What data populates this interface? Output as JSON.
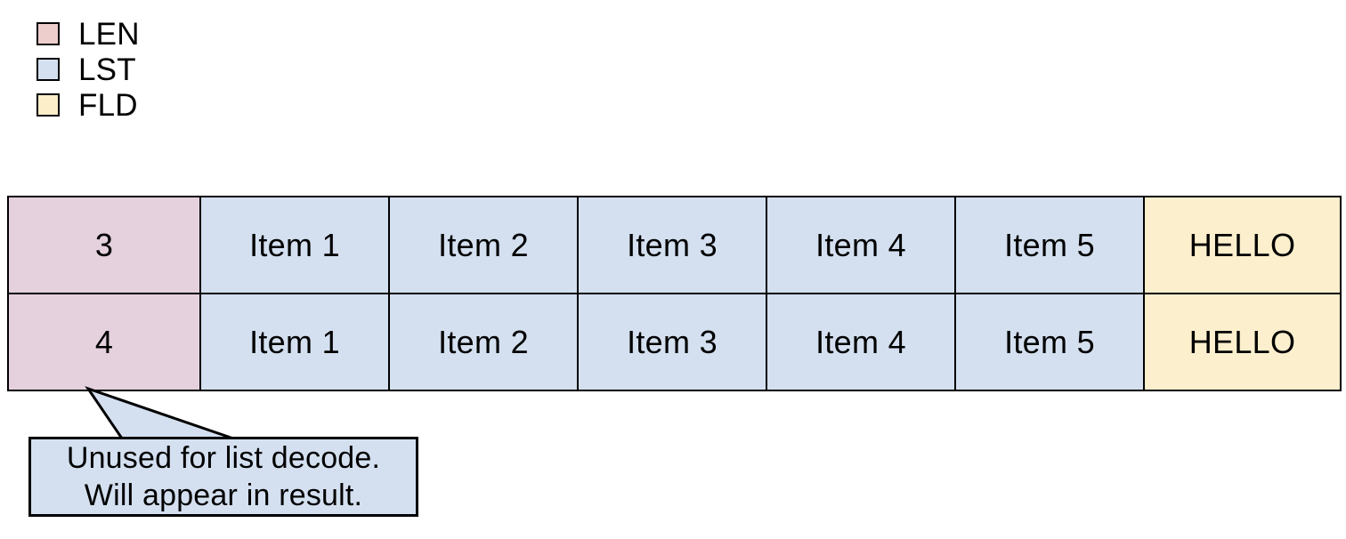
{
  "colors": {
    "len_legend_fill": "#eecdcd",
    "lst_legend_fill": "#d4e0f0",
    "fld_legend_fill": "#fbeec8",
    "len_cell_fill": "#e5d1de",
    "lst_cell_fill": "#d4e0f0",
    "fld_cell_fill": "#fcefcd",
    "callout_fill": "#d4e0f0",
    "stroke": "#000000",
    "background": "#ffffff"
  },
  "legend": {
    "items": [
      {
        "label": "LEN",
        "swatch": "len_legend_fill",
        "swatch_name": "legend-swatch-len"
      },
      {
        "label": "LST",
        "swatch": "lst_legend_fill",
        "swatch_name": "legend-swatch-lst"
      },
      {
        "label": "FLD",
        "swatch": "fld_legend_fill",
        "swatch_name": "legend-swatch-fld"
      }
    ]
  },
  "table": {
    "rows": [
      {
        "len": "3",
        "items": [
          "Item 1",
          "Item 2",
          "Item 3",
          "Item 4",
          "Item 5"
        ],
        "fld": "HELLO"
      },
      {
        "len": "4",
        "items": [
          "Item 1",
          "Item 2",
          "Item 3",
          "Item 4",
          "Item 5"
        ],
        "fld": "HELLO"
      }
    ]
  },
  "callout": {
    "line1": "Unused for list decode.",
    "line2": "Will appear in result."
  }
}
